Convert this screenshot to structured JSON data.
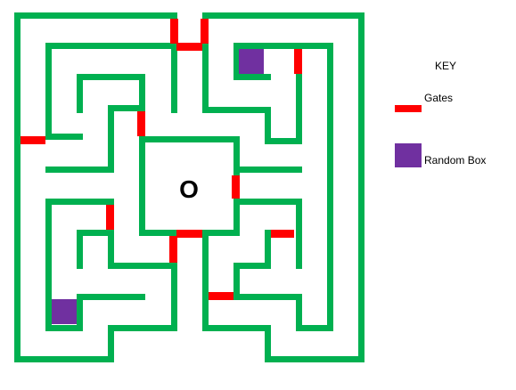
{
  "colors": {
    "wall": "#00b050",
    "gate": "#ff0000",
    "random_box": "#7030a0",
    "background": "#ffffff",
    "text": "#000000"
  },
  "maze": {
    "center_label": "O"
  },
  "legend": {
    "title": "KEY",
    "gates_label": "Gates",
    "random_box_label": "Random Box"
  }
}
